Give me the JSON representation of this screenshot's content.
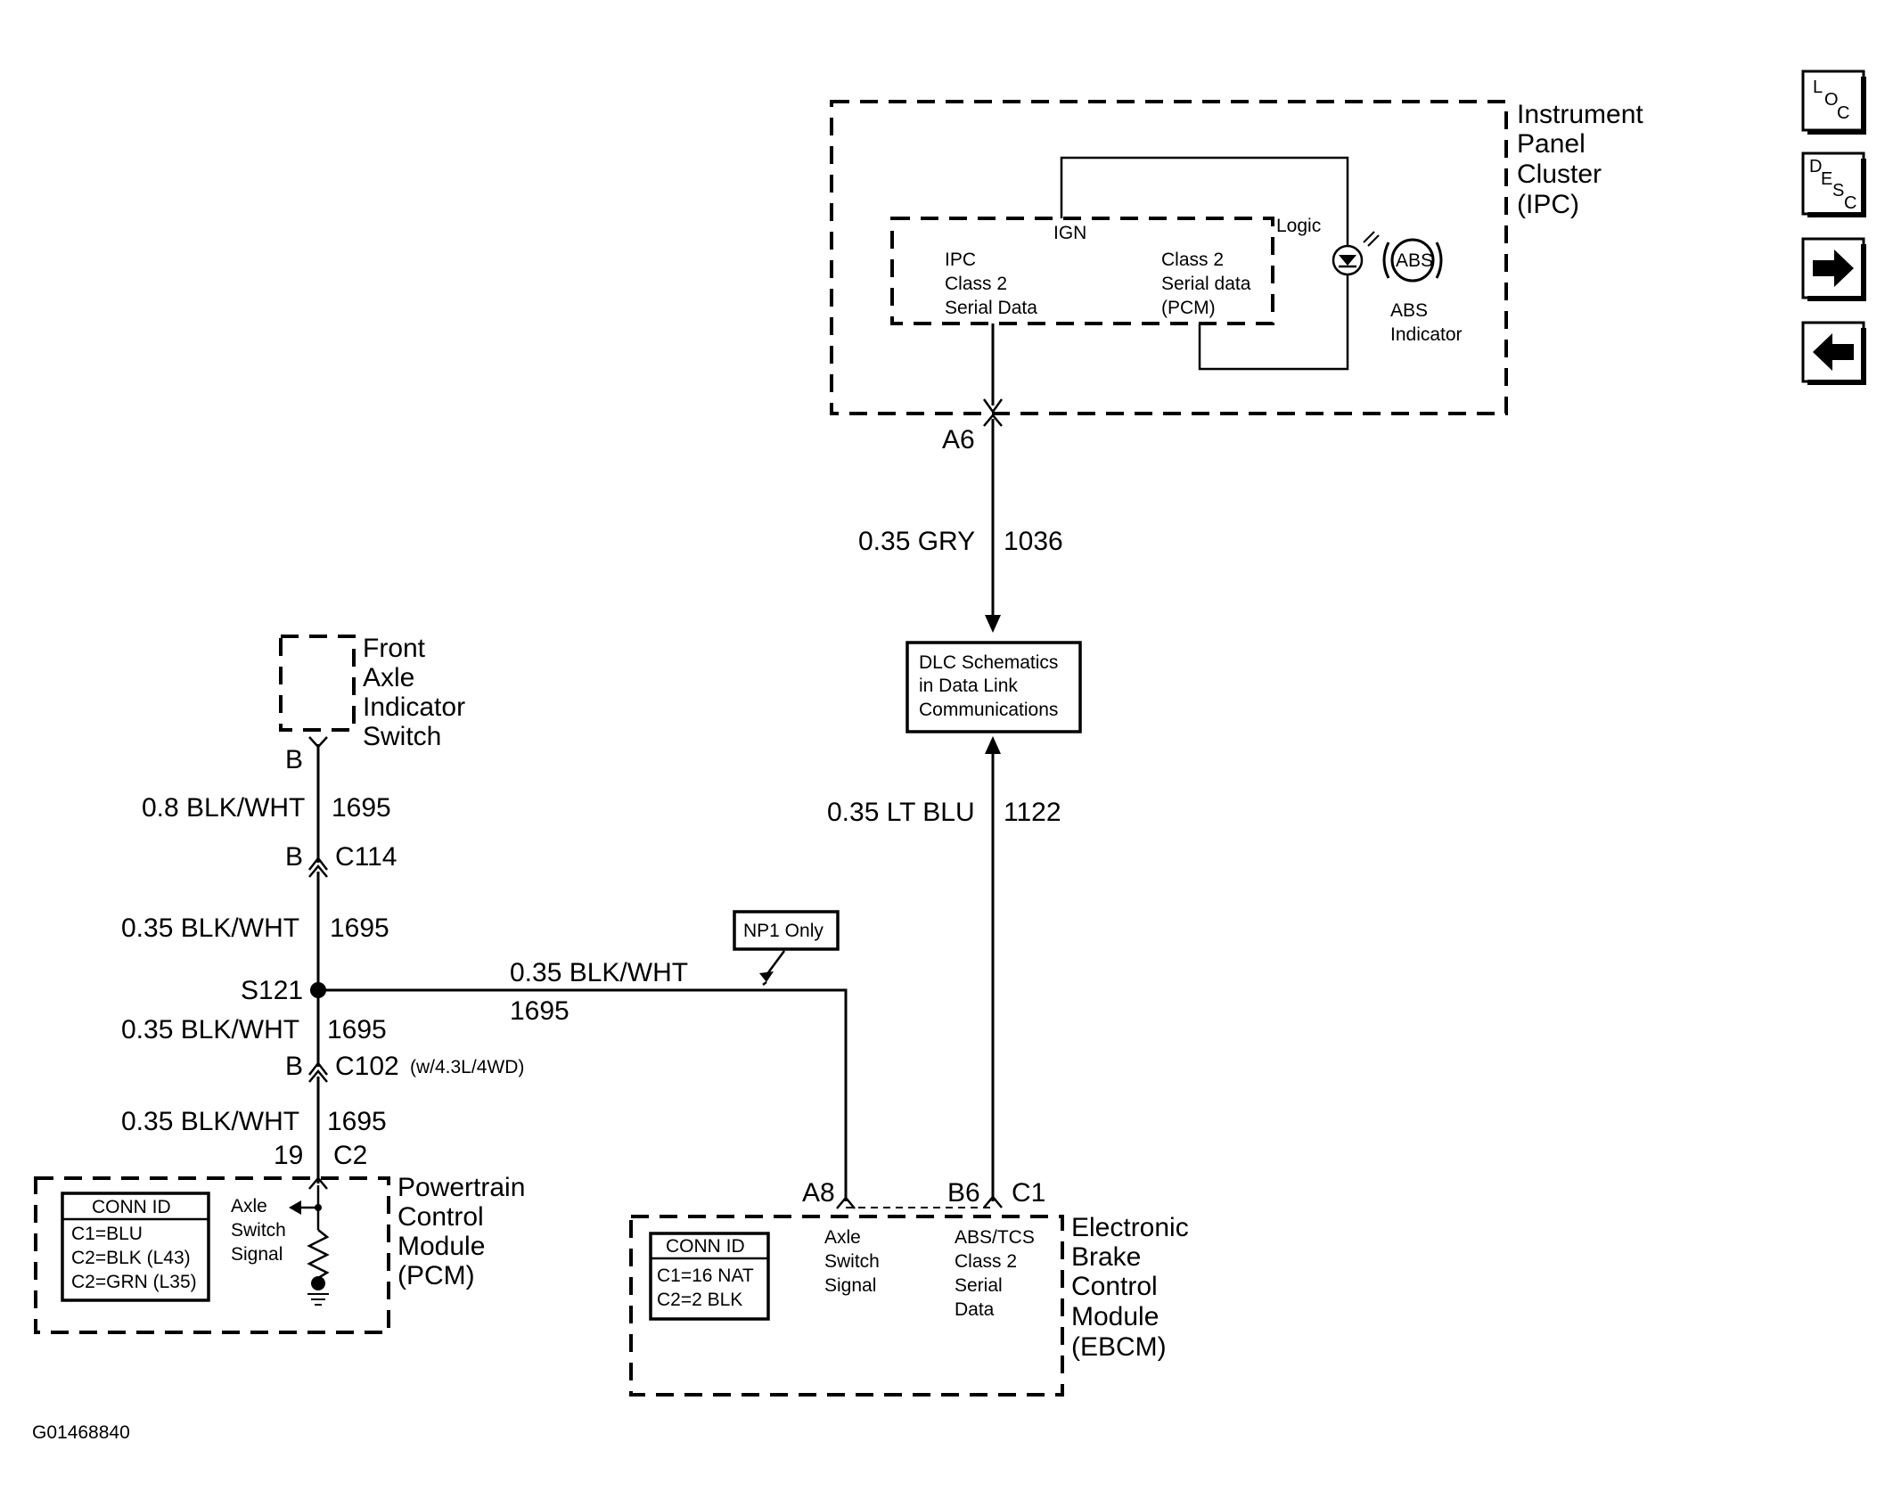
{
  "nav": {
    "loc": {
      "l1": "L",
      "l2": "O",
      "l3": "C"
    },
    "desc": {
      "l1": "D",
      "l2": "E",
      "l3": "S",
      "l4": "C"
    }
  },
  "ipc": {
    "name_lines": [
      "Instrument",
      "Panel",
      "Cluster",
      "(IPC)"
    ],
    "ign": "IGN",
    "logic": "Logic",
    "left_lines": [
      "IPC",
      "Class 2",
      "Serial Data"
    ],
    "right_lines": [
      "Class 2",
      "Serial data",
      "(PCM)"
    ],
    "abs_badge": "ABS",
    "abs_lines": [
      "ABS",
      "Indicator"
    ]
  },
  "dlc_lines": [
    "DLC Schematics",
    "in Data Link",
    "Communications"
  ],
  "wires": {
    "a6": "A6",
    "gry_color": "0.35 GRY",
    "gry_circuit": "1036",
    "ltblu_color": "0.35 LT BLU",
    "ltblu_circuit": "1122"
  },
  "switch": {
    "name_lines": [
      "Front",
      "Axle",
      "Indicator",
      "Switch"
    ],
    "pin": "B"
  },
  "left_chain": {
    "w1_color": "0.8 BLK/WHT",
    "w1_circuit": "1695",
    "c114_pin": "B",
    "c114": "C114",
    "w2_color": "0.35 BLK/WHT",
    "w2_circuit": "1695",
    "splice": "S121",
    "w3_color": "0.35 BLK/WHT",
    "w3_circuit": "1695",
    "c102_pin": "B",
    "c102": "C102",
    "c102_note": "(w/4.3L/4WD)",
    "w4_color": "0.35 BLK/WHT",
    "w4_circuit": "1695",
    "pcm_pin": "19",
    "pcm_conn": "C2"
  },
  "branch": {
    "color": "0.35 BLK/WHT",
    "circuit": "1695",
    "np1": "NP1 Only"
  },
  "pcm": {
    "name_lines": [
      "Powertrain",
      "Control",
      "Module",
      "(PCM)"
    ],
    "conn_title": "CONN ID",
    "conn_lines": [
      "C1=BLU",
      "C2=BLK (L43)",
      "C2=GRN (L35)"
    ],
    "signal_lines": [
      "Axle",
      "Switch",
      "Signal"
    ]
  },
  "ebcm": {
    "name_lines": [
      "Electronic",
      "Brake",
      "Control",
      "Module",
      "(EBCM)"
    ],
    "conn_title": "CONN ID",
    "conn_lines": [
      "C1=16 NAT",
      "C2=2 BLK"
    ],
    "a8": "A8",
    "b6": "B6",
    "c1": "C1",
    "axle_lines": [
      "Axle",
      "Switch",
      "Signal"
    ],
    "abs_lines": [
      "ABS/TCS",
      "Class 2",
      "Serial",
      "Data"
    ]
  },
  "figure_id": "G01468840"
}
